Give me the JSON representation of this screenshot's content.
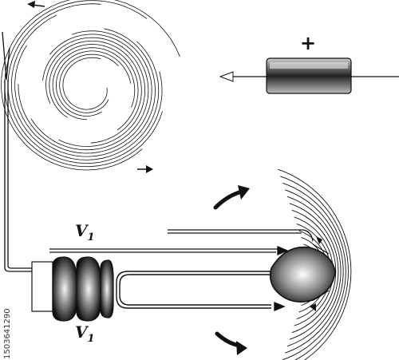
{
  "labels": {
    "plus": "+",
    "v_top": "V",
    "v_top_sub": "1",
    "v_bottom": "V",
    "v_bottom_sub": "1",
    "side_text": "1503641290"
  },
  "colors": {
    "ink": "#111111",
    "background": "#ffffff"
  }
}
